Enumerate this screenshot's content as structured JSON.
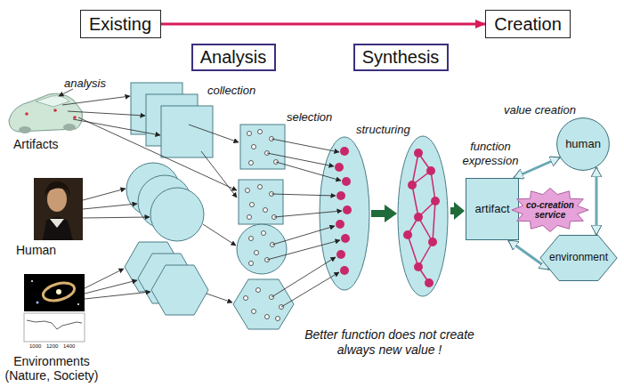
{
  "diagram": {
    "nodes": [
      {
        "text": [
          "Existing"
        ]
      },
      {
        "text": [
          "Creation"
        ]
      },
      {
        "text": [
          "Analysis"
        ]
      },
      {
        "text": [
          "Synthesis"
        ]
      },
      {
        "text": [
          "human"
        ]
      },
      {
        "text": [
          "artifact"
        ]
      },
      {
        "text": [
          "co-creation service"
        ]
      },
      {
        "text": [
          "environment"
        ]
      }
    ],
    "edges": [
      {
        "from": 0,
        "to": 1,
        "arrow": "to"
      },
      {
        "from": 5,
        "to": 4,
        "arrow": "both"
      },
      {
        "from": 4,
        "to": 7,
        "arrow": "both"
      },
      {
        "from": 7,
        "to": 5,
        "arrow": "both"
      }
    ],
    "labels": [
      "analysis",
      "collection",
      "selection",
      "structuring",
      "function expression",
      "value creation",
      "Artifacts",
      "Human",
      "1000",
      "1200",
      "1400",
      "Environments (Nature, Society)",
      "Better function does not create always new value !"
    ]
  }
}
